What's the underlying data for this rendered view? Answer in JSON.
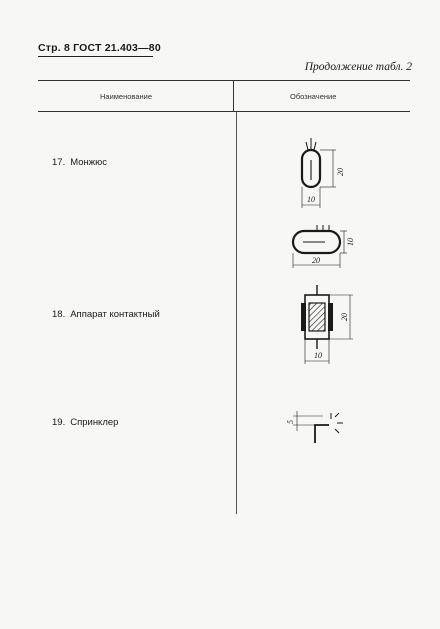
{
  "header": {
    "page_label": "Стр. 8 ГОСТ 21.403—80"
  },
  "continuation": "Продолжение табл. 2",
  "table": {
    "col_name": "Наименование",
    "col_symbol": "Обозначение"
  },
  "items": [
    {
      "number": "17.",
      "name": "Монжюс",
      "dims": [
        "20",
        "10",
        "10",
        "20"
      ]
    },
    {
      "number": "18.",
      "name": "Аппарат контактный",
      "dims": [
        "20",
        "10"
      ]
    },
    {
      "number": "19.",
      "name": "Спринклер",
      "dims": [
        "5"
      ]
    }
  ]
}
